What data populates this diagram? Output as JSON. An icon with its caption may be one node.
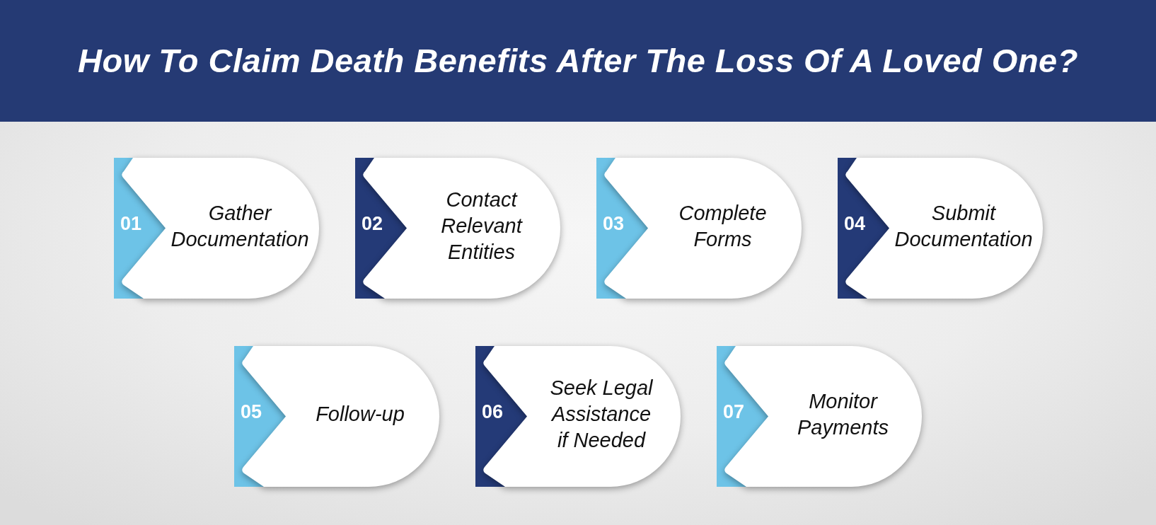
{
  "diagram": {
    "title": "How To Claim Death Benefits After The Loss Of A Loved One?",
    "nodes": [
      {
        "text": [
          "01",
          "Gather Documentation"
        ]
      },
      {
        "text": [
          "02",
          "Contact Relevant Entities"
        ]
      },
      {
        "text": [
          "03",
          "Complete Forms"
        ]
      },
      {
        "text": [
          "04",
          "Submit Documentation"
        ]
      },
      {
        "text": [
          "05",
          "Follow-up"
        ]
      },
      {
        "text": [
          "06",
          "Seek Legal Assistance if Needed"
        ]
      },
      {
        "text": [
          "07",
          "Monitor Payments"
        ]
      }
    ]
  }
}
